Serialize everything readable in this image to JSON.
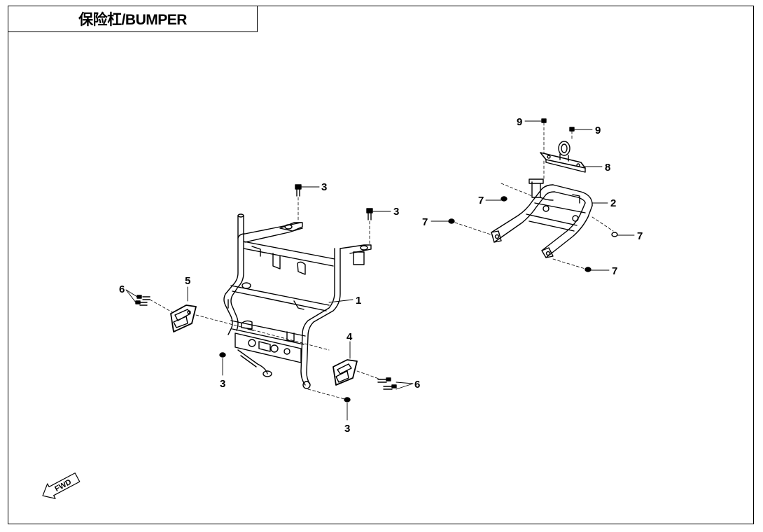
{
  "title": "保险杠/BUMPER",
  "direction_label": "FWD",
  "callouts": {
    "c1": "1",
    "c2": "2",
    "c3a": "3",
    "c3b": "3",
    "c3c": "3",
    "c3d": "3",
    "c4": "4",
    "c5": "5",
    "c6a": "6",
    "c6b": "6",
    "c7a": "7",
    "c7b": "7",
    "c7c": "7",
    "c7d": "7",
    "c8": "8",
    "c9a": "9",
    "c9b": "9"
  },
  "colors": {
    "line": "#000000",
    "background": "#ffffff"
  }
}
